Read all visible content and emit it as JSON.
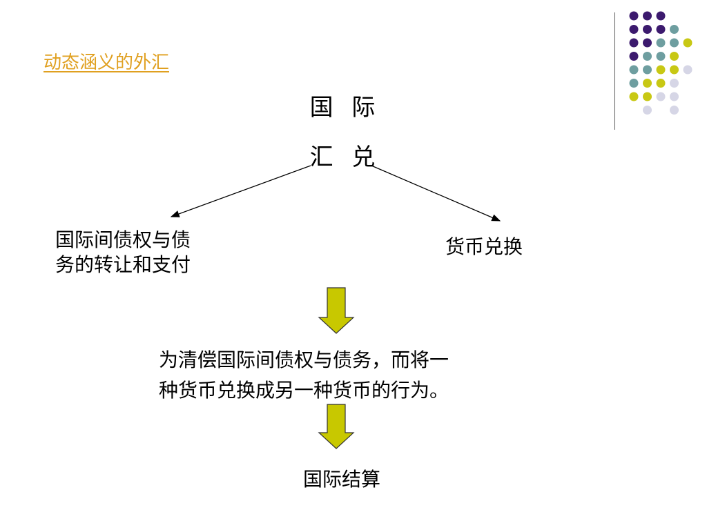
{
  "slide": {
    "title_link": "动态涵义的外汇",
    "center_term_line1": "国 际",
    "center_term_line2": "汇 兑",
    "left_branch_line1": "国际间债权与债",
    "left_branch_line2": "务的转让和支付",
    "right_branch": "货币兑换",
    "definition_line1": "为清偿国际间债权与债务，而将一",
    "definition_line2": "种货币兑换成另一种货币的行为。",
    "conclusion": "国际结算"
  },
  "colors": {
    "title_link": "#e0a020",
    "arrow_fill": "#c8c800",
    "dot_purple": "#3c1a6e",
    "dot_teal": "#6e9ea0",
    "dot_yellow": "#c8c814",
    "dot_lavender": "#d6d6e6"
  },
  "decoration": {
    "dot_grid_rows": [
      [
        "purple",
        "purple",
        "purple",
        "",
        ""
      ],
      [
        "purple",
        "purple",
        "purple",
        "teal",
        ""
      ],
      [
        "purple",
        "purple",
        "teal",
        "teal",
        "yellow"
      ],
      [
        "purple",
        "teal",
        "teal",
        "yellow",
        ""
      ],
      [
        "teal",
        "teal",
        "yellow",
        "yellow",
        "lavender"
      ],
      [
        "teal",
        "yellow",
        "yellow",
        "lavender",
        ""
      ],
      [
        "yellow",
        "yellow",
        "lavender",
        "lavender",
        ""
      ],
      [
        "",
        "lavender",
        "",
        "lavender",
        ""
      ]
    ]
  }
}
